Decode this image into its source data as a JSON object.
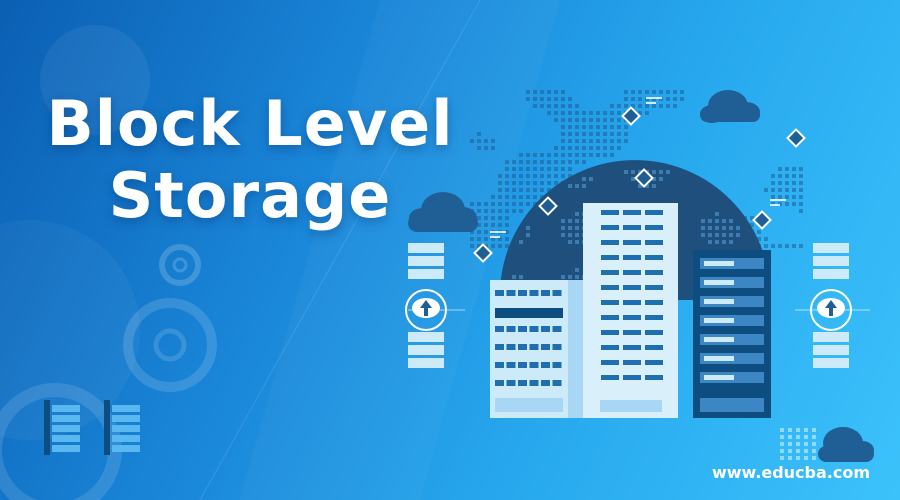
{
  "title": {
    "line1": "Block Level",
    "line2": "Storage"
  },
  "footer": {
    "website": "www.educba.com"
  },
  "colors": {
    "background_start": "#0b5fb3",
    "background_end": "#3cc2fb",
    "globe": "#1f4f7c",
    "server_light": "#cdeaf9",
    "server_dark": "#0e4d80",
    "accent": "#1f5f96"
  },
  "icons": [
    "gear-icon",
    "cloud-icon",
    "cloud-upload-icon",
    "server-icon",
    "globe-icon",
    "diamond-icon"
  ]
}
